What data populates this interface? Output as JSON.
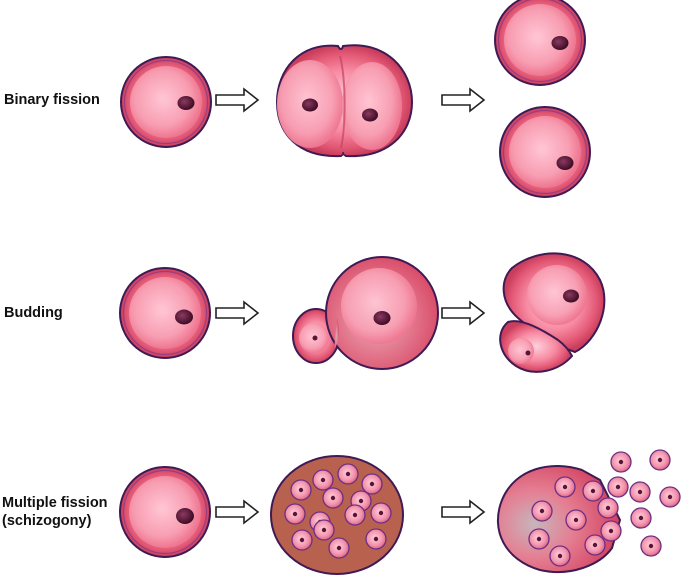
{
  "labels": {
    "binary_fission": "Binary fission",
    "budding": "Budding",
    "multiple_fission": "Multiple fission\n(schizogony)"
  },
  "colors": {
    "cell_rim": "#e0506a",
    "cell_fill_light": "#ffbccc",
    "cell_fill_mid": "#f2708a",
    "cell_outline": "#4a2060",
    "nucleus": "#5a1535",
    "schizont_fill": "#b86050",
    "arrow_stroke": "#222222"
  },
  "icons": {
    "arrow": "hollow-right-arrow"
  }
}
